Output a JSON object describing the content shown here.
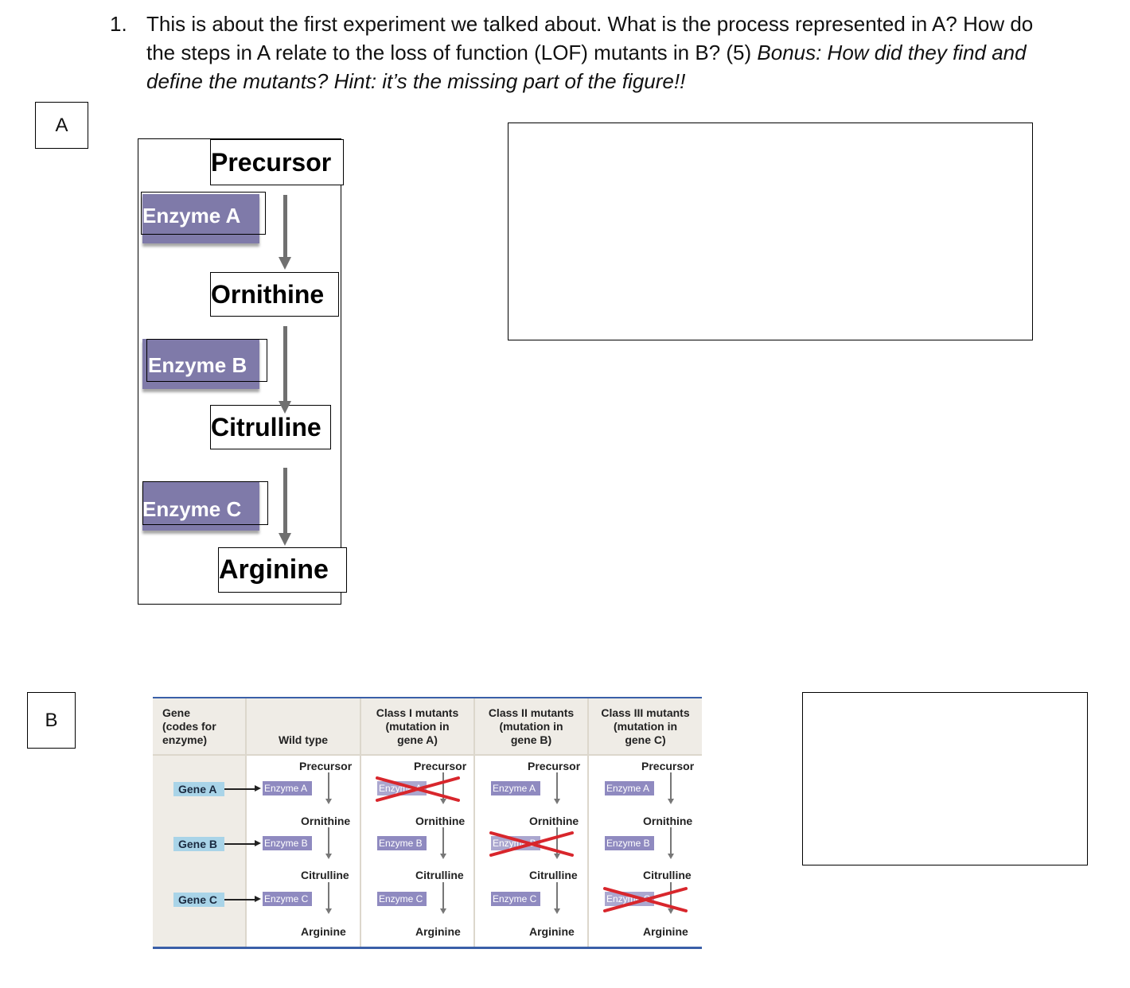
{
  "question": {
    "number": "1.",
    "text_plain": "This is about the first experiment we talked about. What is the process represented in A? How do the steps in A relate to the loss of function (LOF) mutants in B? (5) ",
    "text_italic": "Bonus: How did they find and define the mutants? Hint: it’s the missing part of the figure!!"
  },
  "labels": {
    "a": "A",
    "b": "B"
  },
  "panel_a": {
    "compounds": [
      "Precursor",
      "Ornithine",
      "Citrulline",
      "Arginine"
    ],
    "enzymes": [
      "Enzyme A",
      "Enzyme B",
      "Enzyme C"
    ]
  },
  "panel_b": {
    "header_gene": [
      "Gene",
      "(codes for",
      "enzyme)"
    ],
    "columns": [
      {
        "title": [
          "Wild type"
        ]
      },
      {
        "title": [
          "Class I mutants",
          "(mutation in",
          "gene A)"
        ]
      },
      {
        "title": [
          "Class II mutants",
          "(mutation in",
          "gene B)"
        ]
      },
      {
        "title": [
          "Class III mutants",
          "(mutation in",
          "gene C)"
        ]
      }
    ],
    "genes": [
      "Gene A",
      "Gene B",
      "Gene C"
    ],
    "compounds": [
      "Precursor",
      "Ornithine",
      "Citrulline",
      "Arginine"
    ],
    "enzymes": [
      "Enzyme A",
      "Enzyme B",
      "Enzyme C"
    ],
    "blocked": [
      [
        false,
        false,
        false
      ],
      [
        true,
        false,
        false
      ],
      [
        false,
        true,
        false
      ],
      [
        false,
        false,
        true
      ]
    ],
    "x_color": "#d8262c",
    "gene_color": "#a9d4e8",
    "enzyme_color": "#8f8ac0"
  }
}
